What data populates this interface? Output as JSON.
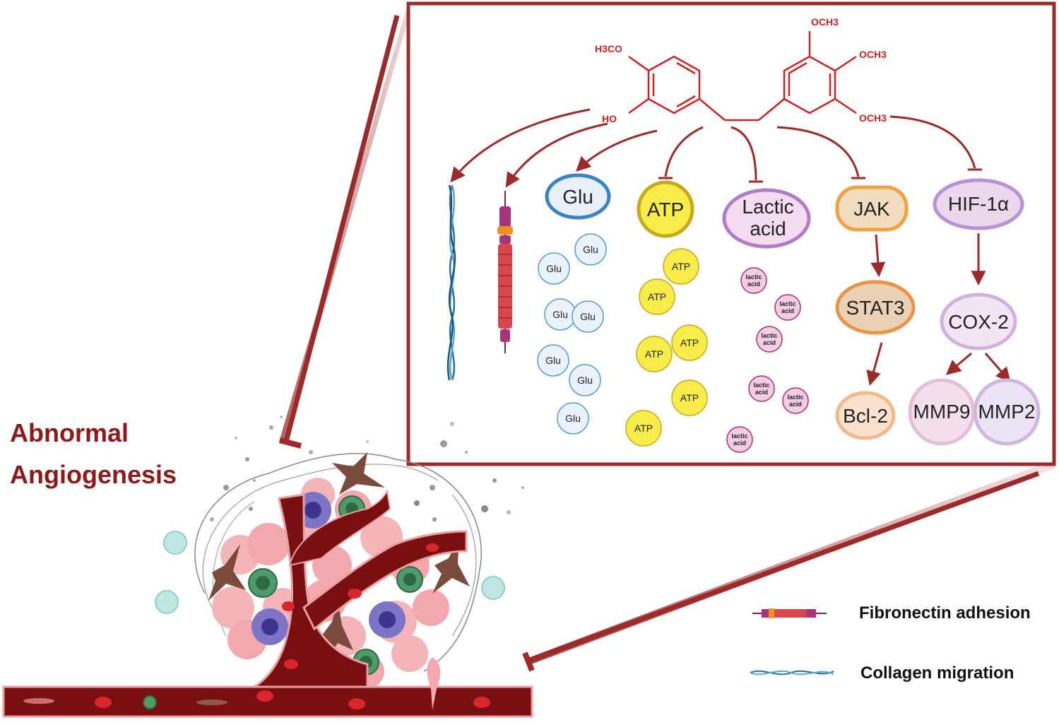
{
  "title": {
    "line1": "Abnormal",
    "line2": "Angiogenesis"
  },
  "compound": {
    "groups": {
      "h3co": "H3CO",
      "ho": "HO",
      "och3_top": "OCH3",
      "och3_mid": "OCH3",
      "och3_bot": "OCH3"
    }
  },
  "targets": {
    "glu": "Glu",
    "atp": "ATP",
    "lactic_line1": "Lactic",
    "lactic_line2": "acid",
    "jak": "JAK",
    "stat3": "STAT3",
    "bcl2": "Bcl-2",
    "hif": "HIF-1α",
    "cox2": "COX-2",
    "mmp9": "MMP9",
    "mmp2": "MMP2"
  },
  "molecules": {
    "glu": "Glu",
    "atp": "ATP",
    "lactic_line1": "lactic",
    "lactic_line2": "acid"
  },
  "legend": {
    "fibronectin": "Fibronectin adhesion",
    "collagen": "Collagen migration"
  },
  "colors": {
    "arrow": "#9b2a2a",
    "frame": "#9b2a2a",
    "title": "#8b1a1a",
    "chem": "#cc2222",
    "glu_border": "#3b82c4",
    "atp_fill": "#f7ec4a",
    "atp_border": "#c9a81e",
    "lactic_border": "#b07cc6",
    "jak_fill": "#f1dcc0",
    "jak_border": "#f0a23c",
    "bcl_border": "#f2b98a",
    "hif_border": "#b792d6"
  }
}
